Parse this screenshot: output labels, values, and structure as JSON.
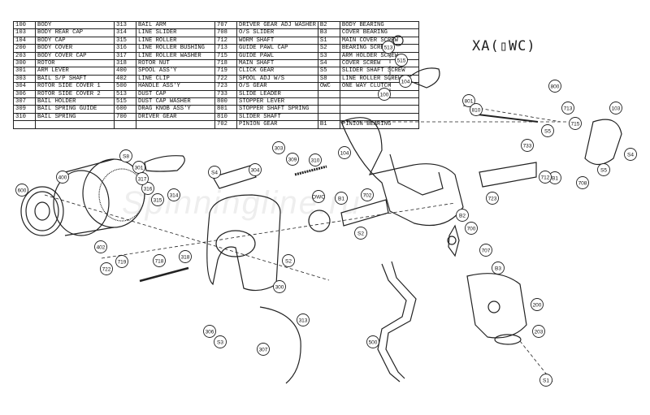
{
  "title": "XA(▯WC)",
  "watermark": "Spinningline.ru",
  "parts_table": [
    [
      [
        "100",
        "BODY"
      ],
      [
        "313",
        "BAIL ARM"
      ],
      [
        "707",
        "DRIVER GEAR ADJ WASHER"
      ],
      [
        "B2",
        "BODY BEARING"
      ]
    ],
    [
      [
        "103",
        "BODY REAR CAP"
      ],
      [
        "314",
        "LINE SLIDER"
      ],
      [
        "708",
        "O/S SLIDER"
      ],
      [
        "B3",
        "COVER BEARING"
      ]
    ],
    [
      [
        "104",
        "BODY CAP"
      ],
      [
        "315",
        "LINE ROLLER"
      ],
      [
        "712",
        "WORM SHAFT"
      ],
      [
        "S1",
        "MAIN COVER SCREW"
      ]
    ],
    [
      [
        "200",
        "BODY COVER"
      ],
      [
        "316",
        "LINE ROLLER BUSHING"
      ],
      [
        "713",
        "GUIDE PAWL CAP"
      ],
      [
        "S2",
        "BEARING SCREW"
      ]
    ],
    [
      [
        "203",
        "BODY COVER CAP"
      ],
      [
        "317",
        "LINE ROLLER WASHER"
      ],
      [
        "715",
        "GUIDE PAWL"
      ],
      [
        "S3",
        "ARM HOLDER SCREW"
      ]
    ],
    [
      [
        "300",
        "ROTOR"
      ],
      [
        "318",
        "ROTOR NUT"
      ],
      [
        "718",
        "MAIN SHAFT"
      ],
      [
        "S4",
        "COVER SCREW"
      ]
    ],
    [
      [
        "301",
        "ARM LEVER"
      ],
      [
        "400",
        "SPOOL ASS'Y"
      ],
      [
        "719",
        "CLICK GEAR"
      ],
      [
        "S5",
        "SLIDER SHAFT SCREW"
      ]
    ],
    [
      [
        "303",
        "BAIL S/P SHAFT"
      ],
      [
        "402",
        "LINE CLIP"
      ],
      [
        "722",
        "SPOOL ADJ W/S"
      ],
      [
        "S8",
        "LINE ROLLER SCREW"
      ]
    ],
    [
      [
        "304",
        "ROTOR SIDE COVER 1"
      ],
      [
        "500",
        "HANDLE ASS'Y"
      ],
      [
        "723",
        "O/S GEAR"
      ],
      [
        "OWC",
        "ONE WAY CLUTCH"
      ]
    ],
    [
      [
        "306",
        "ROTOR SIDE COVER 2"
      ],
      [
        "513",
        "DUST CAP"
      ],
      [
        "733",
        "SLIDE LEADER"
      ],
      [
        "",
        ""
      ]
    ],
    [
      [
        "307",
        "BAIL HOLDER"
      ],
      [
        "515",
        "DUST CAP WASHER"
      ],
      [
        "800",
        "STOPPER LEVER"
      ],
      [
        "",
        ""
      ]
    ],
    [
      [
        "309",
        "BAIL SPRING GUIDE"
      ],
      [
        "600",
        "DRAG KNOB ASS'Y"
      ],
      [
        "801",
        "STOPPER SHAFT SPRING"
      ],
      [
        "",
        ""
      ]
    ],
    [
      [
        "310",
        "BAIL SPRING"
      ],
      [
        "700",
        "DRIVER GEAR"
      ],
      [
        "810",
        "SLIDER SHAFT"
      ],
      [
        "",
        ""
      ]
    ],
    [
      [
        "",
        ""
      ],
      [
        "",
        ""
      ],
      [
        "702",
        "PINION GEAR"
      ],
      [
        "B1",
        "PINION BEARING"
      ]
    ]
  ],
  "callouts": [
    "513",
    "515",
    "104",
    "100",
    "800",
    "801",
    "810",
    "713",
    "103",
    "S4",
    "S5",
    "715",
    "733",
    "708",
    "B1",
    "712",
    "723",
    "S8",
    "301",
    "400",
    "600",
    "402",
    "316",
    "317",
    "315",
    "314",
    "S4",
    "304",
    "303",
    "309",
    "310",
    "OWC",
    "B1",
    "702",
    "104",
    "S2",
    "S2",
    "B2",
    "700",
    "707",
    "B3",
    "200",
    "203",
    "S1",
    "722",
    "719",
    "718",
    "318",
    "300",
    "306",
    "S3",
    "313",
    "307",
    "500",
    "S5"
  ]
}
